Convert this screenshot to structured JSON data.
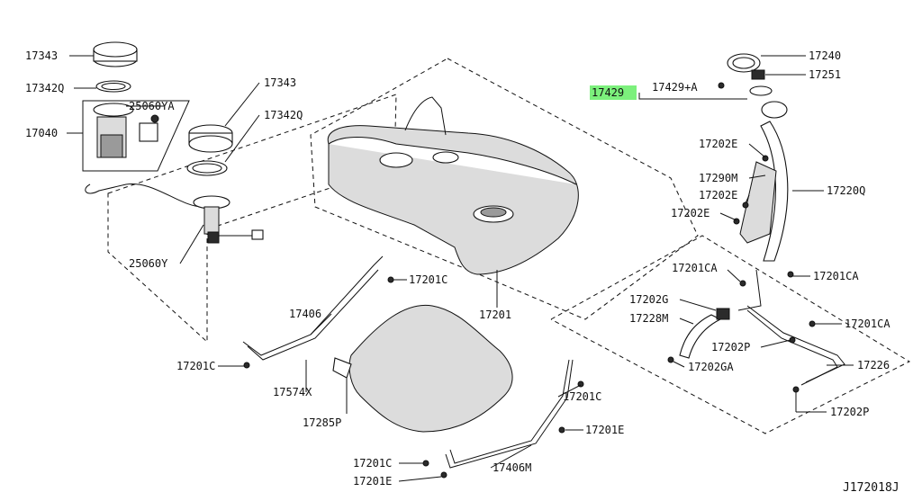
{
  "diagram": {
    "drawing_code": "J172018J",
    "highlight_color": "#7CF07C",
    "highlighted_part": "17429",
    "parts": {
      "p17343a": "17343",
      "p17342qa": "17342Q",
      "p17040": "17040",
      "p25060ya": "25060YA",
      "p17343b": "17343",
      "p17342qb": "17342Q",
      "p25060y": "25060Y",
      "p17201ca": "17201C",
      "p17406": "17406",
      "p17201cb": "17201C",
      "p17201": "17201",
      "p17574x": "17574X",
      "p17285p": "17285P",
      "p17201cc": "17201C",
      "p17201ea": "17201E",
      "p17201cd": "17201C",
      "p17201eb": "17201E",
      "p17406m": "17406M",
      "p17429": "17429",
      "p17429a": "17429+A",
      "p17240": "17240",
      "p17251": "17251",
      "p17202ea": "17202E",
      "p17290m": "17290M",
      "p17202eb": "17202E",
      "p17202ec": "17202E",
      "p17220q": "17220Q",
      "p17201caa": "17201CA",
      "p17201cab": "17201CA",
      "p17202g": "17202G",
      "p17228m": "17228M",
      "p17201cac": "17201CA",
      "p17202pa": "17202P",
      "p17202ga": "17202GA",
      "p17226": "17226",
      "p17202pb": "17202P"
    }
  }
}
